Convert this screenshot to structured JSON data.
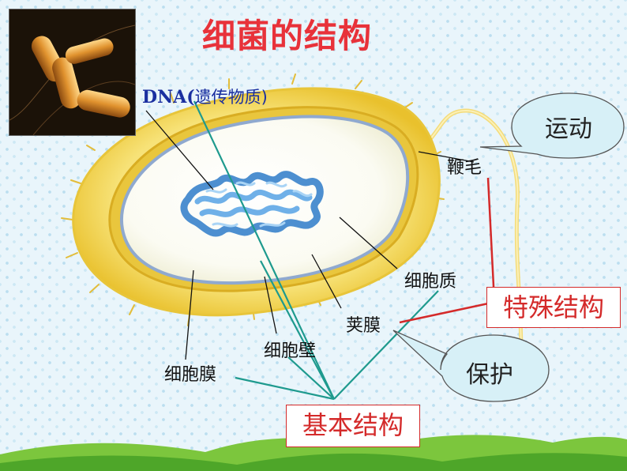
{
  "title": "细菌的结构",
  "labels": {
    "dna_prefix": "DNA(",
    "dna_text": "遗传物质)",
    "flagellum": "鞭毛",
    "cytoplasm": "细胞质",
    "capsule": "荚膜",
    "cell_wall": "细胞壁",
    "cell_membrane": "细胞膜"
  },
  "groups": {
    "special": "特殊结构",
    "basic": "基本结构"
  },
  "bubbles": {
    "motion": "运动",
    "protect": "保护"
  },
  "colors": {
    "title": "#e8323a",
    "basic_lines": "#1e9a8e",
    "special_lines": "#d42a2a",
    "bubble_fill": "#d7f0f7"
  }
}
